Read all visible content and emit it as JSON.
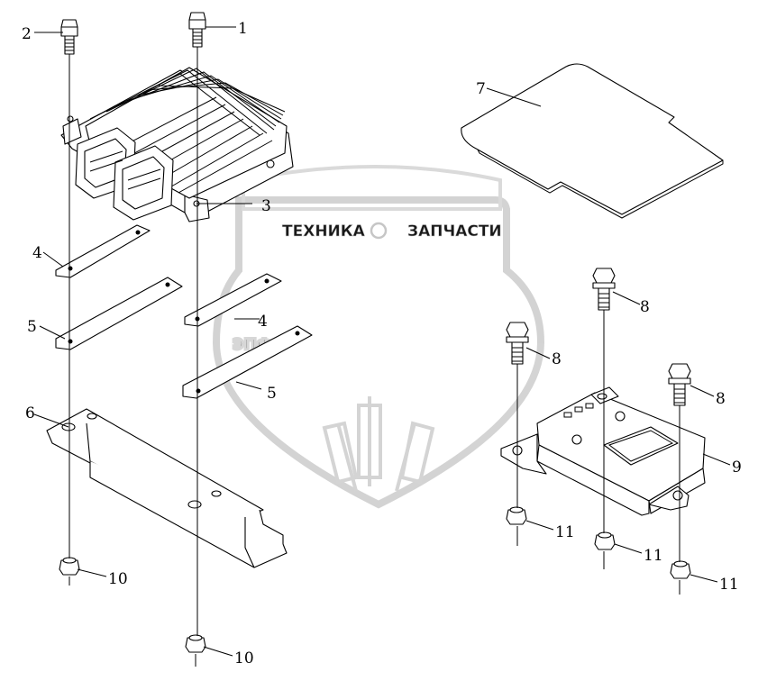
{
  "watermark": {
    "brand_top_left": "ТЕХНИКА",
    "brand_top_right": "ЗАПЧАСТИ",
    "brand_big": "ЭПФ",
    "colors": {
      "stroke": "#c8c8c8",
      "fill": "#e2e2e2"
    }
  },
  "callouts": {
    "c1": "1",
    "c2": "2",
    "c3": "3",
    "c4a": "4",
    "c4b": "4",
    "c5a": "5",
    "c5b": "5",
    "c6": "6",
    "c7": "7",
    "c8a": "8",
    "c8b": "8",
    "c8c": "8",
    "c9": "9",
    "c10a": "10",
    "c10b": "10",
    "c11a": "11",
    "c11b": "11",
    "c11c": "11"
  }
}
